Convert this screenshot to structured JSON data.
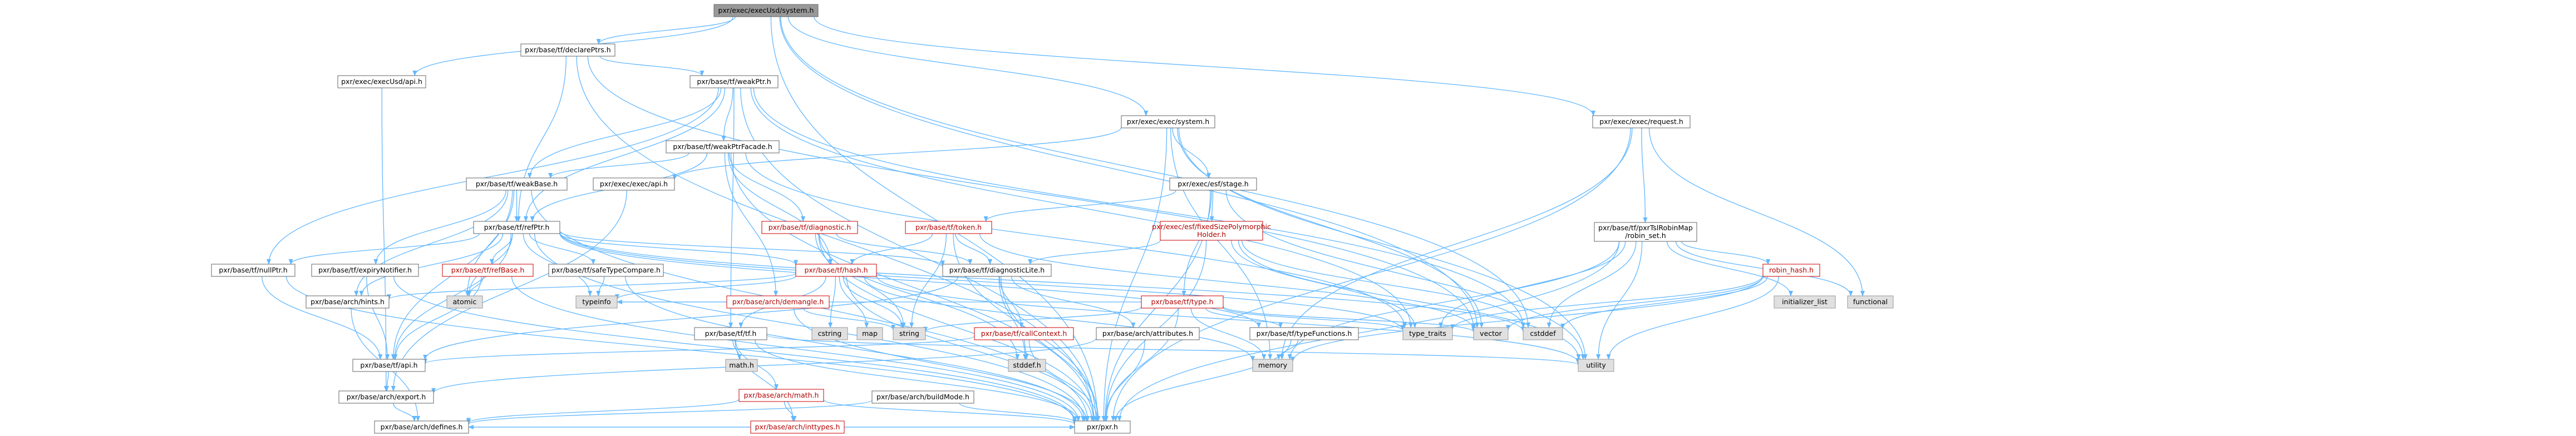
{
  "colors": {
    "edge": "#63b8ff",
    "focus_fill": "#999999",
    "focus_border": "#666666",
    "node_fill": "#ffffff",
    "node_border": "#666666",
    "sys_fill": "#e0e0e0",
    "sys_border": "#999999",
    "text": "#000000",
    "red_text": "#b20000",
    "red_border": "#cc0000"
  },
  "nodes": [
    {
      "id": "usdsystem",
      "label": "pxr/exec/execUsd/system.h",
      "kind": "focus"
    },
    {
      "id": "declarePtrs",
      "label": "pxr/base/tf/declarePtrs.h",
      "kind": "normal"
    },
    {
      "id": "execusdapi",
      "label": "pxr/exec/execUsd/api.h",
      "kind": "normal"
    },
    {
      "id": "weakPtr",
      "label": "pxr/base/tf/weakPtr.h",
      "kind": "normal"
    },
    {
      "id": "execsystem",
      "label": "pxr/exec/exec/system.h",
      "kind": "normal"
    },
    {
      "id": "request",
      "label": "pxr/exec/exec/request.h",
      "kind": "normal"
    },
    {
      "id": "weakPtrFacade",
      "label": "pxr/base/tf/weakPtrFacade.h",
      "kind": "normal"
    },
    {
      "id": "weakBase",
      "label": "pxr/base/tf/weakBase.h",
      "kind": "normal"
    },
    {
      "id": "execapi",
      "label": "pxr/exec/exec/api.h",
      "kind": "normal"
    },
    {
      "id": "stage",
      "label": "pxr/exec/esf/stage.h",
      "kind": "normal"
    },
    {
      "id": "robinmap",
      "label": "pxr/base/tf/pxrTslRobinMap\n/robin_set.h",
      "kind": "normal"
    },
    {
      "id": "refPtr",
      "label": "pxr/base/tf/refPtr.h",
      "kind": "normal"
    },
    {
      "id": "diagnostic",
      "label": "pxr/base/tf/diagnostic.h",
      "kind": "red"
    },
    {
      "id": "token",
      "label": "pxr/base/tf/token.h",
      "kind": "red"
    },
    {
      "id": "fixedSize",
      "label": "pxr/exec/esf/fixedSizePolymorphic\nHolder.h",
      "kind": "red"
    },
    {
      "id": "robinhash",
      "label": "robin_hash.h",
      "kind": "red"
    },
    {
      "id": "initlist",
      "label": "initializer_list",
      "kind": "sys"
    },
    {
      "id": "functional",
      "label": "functional",
      "kind": "sys"
    },
    {
      "id": "nullPtr",
      "label": "pxr/base/tf/nullPtr.h",
      "kind": "normal"
    },
    {
      "id": "expiry",
      "label": "pxr/base/tf/expiryNotifier.h",
      "kind": "normal"
    },
    {
      "id": "refBase",
      "label": "pxr/base/tf/refBase.h",
      "kind": "red"
    },
    {
      "id": "safeType",
      "label": "pxr/base/tf/safeTypeCompare.h",
      "kind": "normal"
    },
    {
      "id": "demangle",
      "label": "pxr/base/arch/demangle.h",
      "kind": "red"
    },
    {
      "id": "hash",
      "label": "pxr/base/tf/hash.h",
      "kind": "red"
    },
    {
      "id": "diaglite",
      "label": "pxr/base/tf/diagnosticLite.h",
      "kind": "normal"
    },
    {
      "id": "type",
      "label": "pxr/base/tf/type.h",
      "kind": "red"
    },
    {
      "id": "hints",
      "label": "pxr/base/arch/hints.h",
      "kind": "normal"
    },
    {
      "id": "atomic",
      "label": "atomic",
      "kind": "sys"
    },
    {
      "id": "typeinfo",
      "label": "typeinfo",
      "kind": "sys"
    },
    {
      "id": "cstring",
      "label": "cstring",
      "kind": "sys"
    },
    {
      "id": "map",
      "label": "map",
      "kind": "sys"
    },
    {
      "id": "string",
      "label": "string",
      "kind": "sys"
    },
    {
      "id": "tf",
      "label": "pxr/base/tf/tf.h",
      "kind": "normal"
    },
    {
      "id": "callContext",
      "label": "pxr/base/tf/callContext.h",
      "kind": "red"
    },
    {
      "id": "attributes",
      "label": "pxr/base/arch/attributes.h",
      "kind": "normal"
    },
    {
      "id": "typeFunctions",
      "label": "pxr/base/tf/typeFunctions.h",
      "kind": "normal"
    },
    {
      "id": "typetraits",
      "label": "type_traits",
      "kind": "sys"
    },
    {
      "id": "vector",
      "label": "vector",
      "kind": "sys"
    },
    {
      "id": "cstddef",
      "label": "cstddef",
      "kind": "sys"
    },
    {
      "id": "tfapi",
      "label": "pxr/base/tf/api.h",
      "kind": "normal"
    },
    {
      "id": "mathh",
      "label": "math.h",
      "kind": "sys"
    },
    {
      "id": "archmath",
      "label": "pxr/base/arch/math.h",
      "kind": "red"
    },
    {
      "id": "stddef",
      "label": "stddef.h",
      "kind": "sys"
    },
    {
      "id": "memory",
      "label": "memory",
      "kind": "sys"
    },
    {
      "id": "utility",
      "label": "utility",
      "kind": "sys"
    },
    {
      "id": "export",
      "label": "pxr/base/arch/export.h",
      "kind": "normal"
    },
    {
      "id": "inttypes",
      "label": "pxr/base/arch/inttypes.h",
      "kind": "red"
    },
    {
      "id": "buildMode",
      "label": "pxr/base/arch/buildMode.h",
      "kind": "normal"
    },
    {
      "id": "defines",
      "label": "pxr/base/arch/defines.h",
      "kind": "normal"
    },
    {
      "id": "pxr",
      "label": "pxr/pxr.h",
      "kind": "normal"
    }
  ]
}
